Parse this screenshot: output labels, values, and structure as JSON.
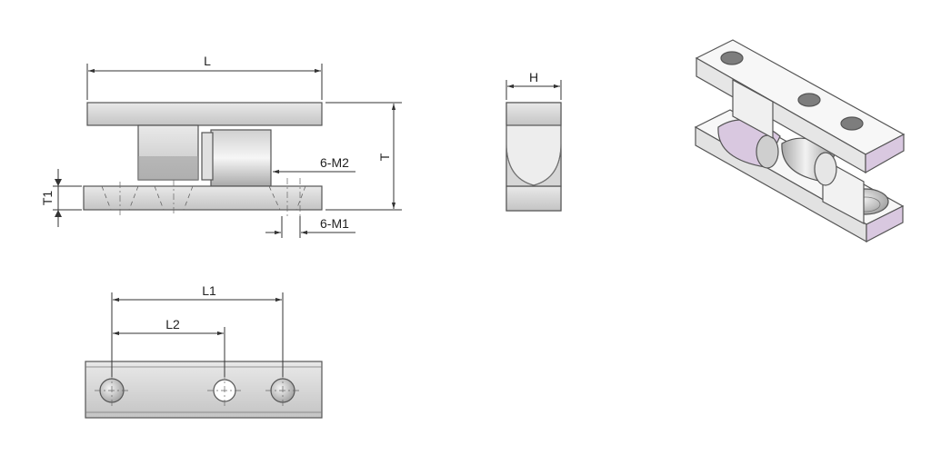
{
  "labels": {
    "L": "L",
    "T": "T",
    "T1": "T1",
    "H": "H",
    "M2": "6-M2",
    "M1": "6-M1",
    "L1": "L1",
    "L2": "L2"
  },
  "colors": {
    "steel_light": "#e6e6e6",
    "steel_mid": "#c9c9c9",
    "steel_dark": "#9a9a9a",
    "accent_lavender": "#d9c8e0",
    "hole_fill": "#7d7d7d",
    "line": "#555555"
  }
}
